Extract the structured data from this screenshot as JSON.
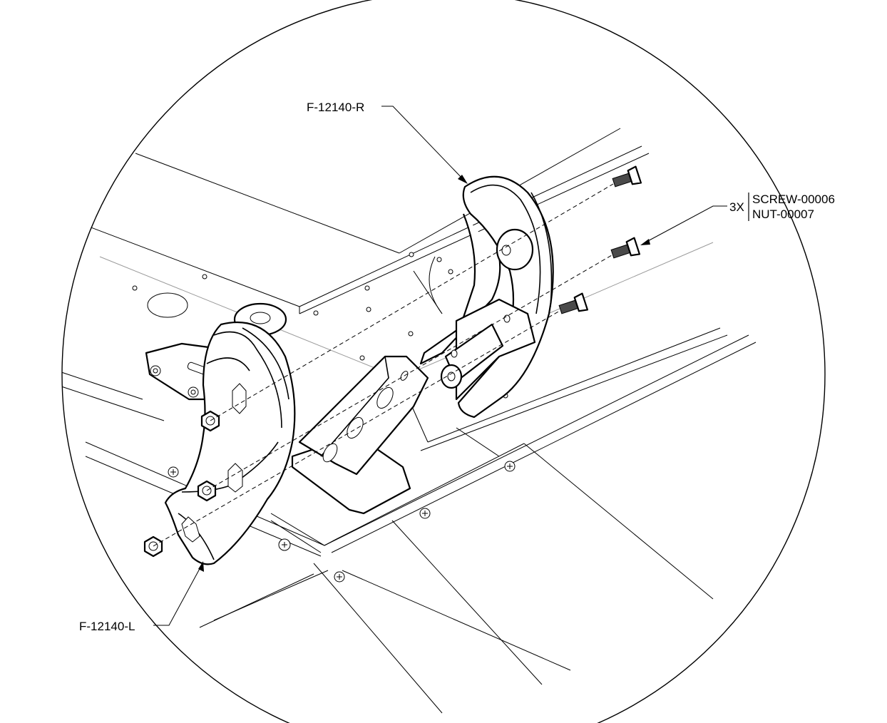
{
  "callouts": {
    "right_part": "F-12140-R",
    "left_part": "F-12140-L",
    "quantity": "3X",
    "screw": "SCREW-00006",
    "nut": "NUT-00007"
  },
  "colors": {
    "line": "#000000",
    "background": "#ffffff",
    "thin_line": "#9a9a9a"
  }
}
